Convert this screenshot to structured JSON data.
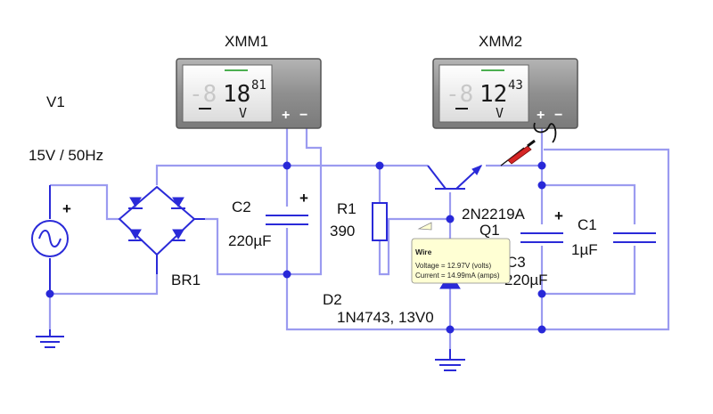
{
  "meters": [
    {
      "name": "XMM1",
      "reading": "18.81",
      "reading_main": "18",
      "reading_sup": "81",
      "unit": "V",
      "plus": "+",
      "minus": "−"
    },
    {
      "name": "XMM2",
      "reading": "12.43",
      "reading_main": "12",
      "reading_sup": "43",
      "unit": "V",
      "plus": "+",
      "minus": "−"
    }
  ],
  "source": {
    "name": "V1",
    "value": "15V / 50Hz",
    "polarity": "+"
  },
  "bridge": {
    "name": "BR1"
  },
  "c2": {
    "name": "C2",
    "value": "220µF",
    "polarity": "+"
  },
  "r1": {
    "name": "R1",
    "value": "390"
  },
  "q1": {
    "model": "2N2219A",
    "name": "Q1"
  },
  "c3": {
    "name": "C3",
    "value": "220µF",
    "polarity": "+"
  },
  "c1": {
    "name": "C1",
    "value": "1µF"
  },
  "d2": {
    "name": "D2",
    "value": "1N4743, 13V0"
  },
  "tooltip": {
    "title": "Wire",
    "voltage": "Voltage = 12.97V (volts)",
    "current": "Current = 14.99mA (amps)"
  },
  "colors": {
    "wire": "#9b9bf0",
    "component": "#2a2ad8",
    "probe": "#cc2222",
    "lcd": "#e9e9e9",
    "meter_body": "#8a8a8a",
    "tooltip_bg": "#ffffd4"
  }
}
